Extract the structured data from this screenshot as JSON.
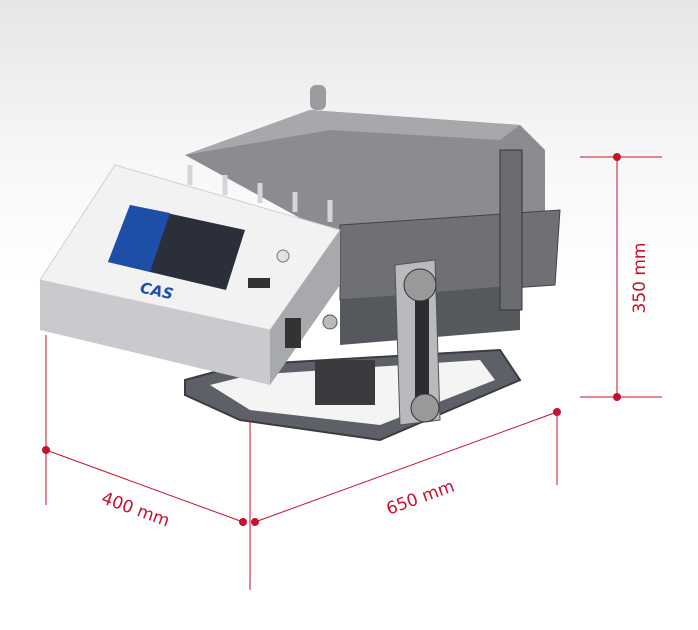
{
  "product": {
    "brand_logo": "CAS"
  },
  "dimensions": {
    "width": "650 mm",
    "depth": "400 mm",
    "height": "350 mm"
  },
  "colors": {
    "dimension_line": "#c8102e",
    "screen_blue": "#1e4fa8",
    "body": "#e9eaec"
  }
}
